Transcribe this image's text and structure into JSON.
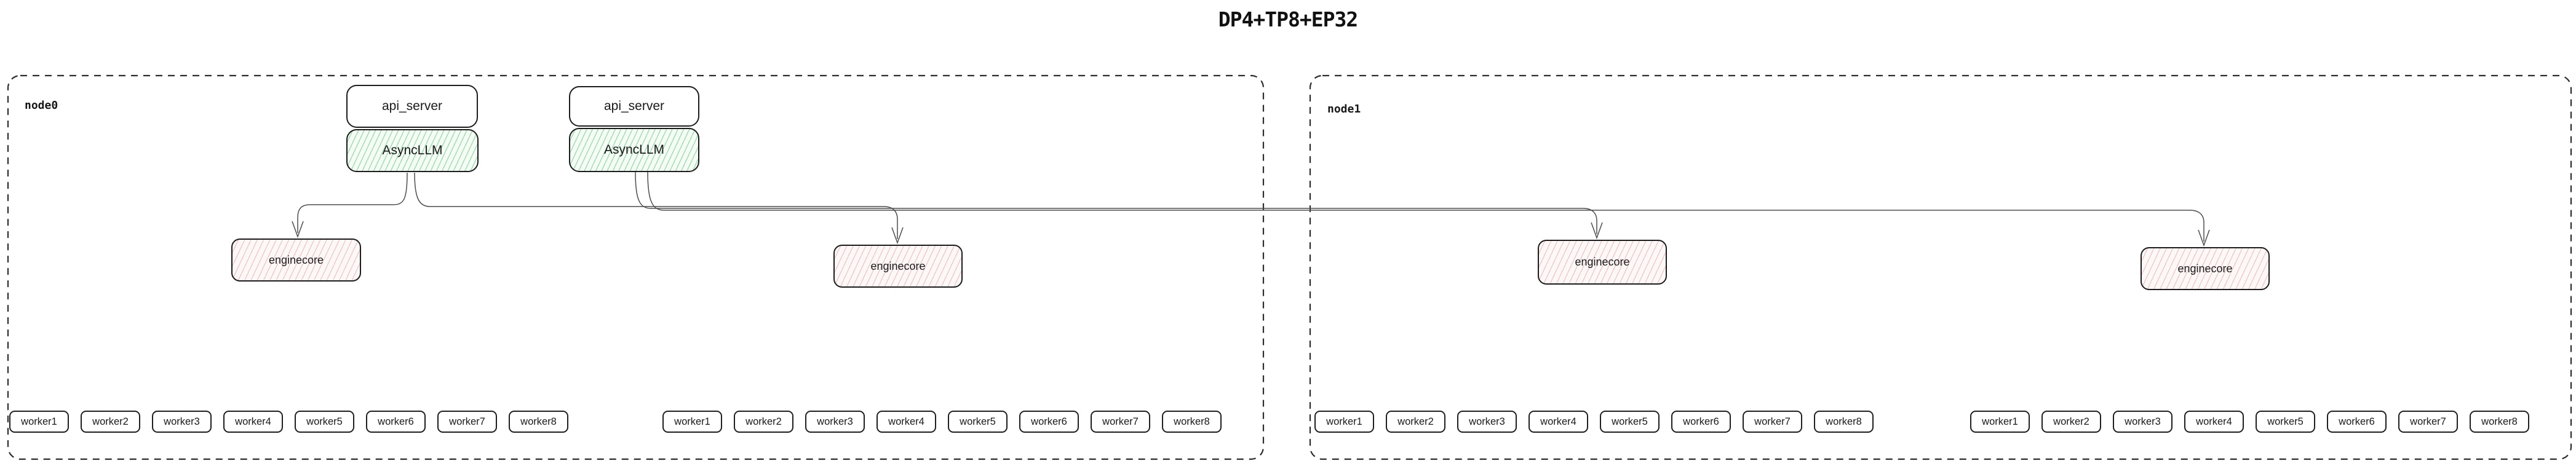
{
  "title": "DP4+TP8+EP32",
  "colors": {
    "box_border": "#1c1c1c",
    "node_dashed_border": "#2d2d2d",
    "edge_line": "#4d4d4d",
    "asyncllm_hatch": "#9edcab",
    "asyncllm_bg": "#f5fbf5",
    "enginecore_hatch": "#f1c5c3",
    "enginecore_bg": "#fdf8f8"
  },
  "node0": {
    "label": "node0",
    "api_servers": [
      {
        "label": "api_server"
      },
      {
        "label": "api_server"
      }
    ],
    "asyncllms": [
      {
        "label": "AsyncLLM"
      },
      {
        "label": "AsyncLLM"
      }
    ],
    "enginecores": [
      {
        "label": "enginecore"
      },
      {
        "label": "enginecore"
      }
    ],
    "worker_groups": [
      [
        "worker1",
        "worker2",
        "worker3",
        "worker4",
        "worker5",
        "worker6",
        "worker7",
        "worker8"
      ],
      [
        "worker1",
        "worker2",
        "worker3",
        "worker4",
        "worker5",
        "worker6",
        "worker7",
        "worker8"
      ]
    ]
  },
  "node1": {
    "label": "node1",
    "enginecores": [
      {
        "label": "enginecore"
      },
      {
        "label": "enginecore"
      }
    ],
    "worker_groups": [
      [
        "worker1",
        "worker2",
        "worker3",
        "worker4",
        "worker5",
        "worker6",
        "worker7",
        "worker8"
      ],
      [
        "worker1",
        "worker2",
        "worker3",
        "worker4",
        "worker5",
        "worker6",
        "worker7",
        "worker8"
      ]
    ]
  },
  "edges": [
    {
      "from": "node0.AsyncLLM.1",
      "to": "node0.enginecore.1"
    },
    {
      "from": "node0.AsyncLLM.1",
      "to": "node0.enginecore.2"
    },
    {
      "from": "node0.AsyncLLM.2",
      "to": "node1.enginecore.1"
    },
    {
      "from": "node0.AsyncLLM.2",
      "to": "node1.enginecore.2"
    }
  ]
}
